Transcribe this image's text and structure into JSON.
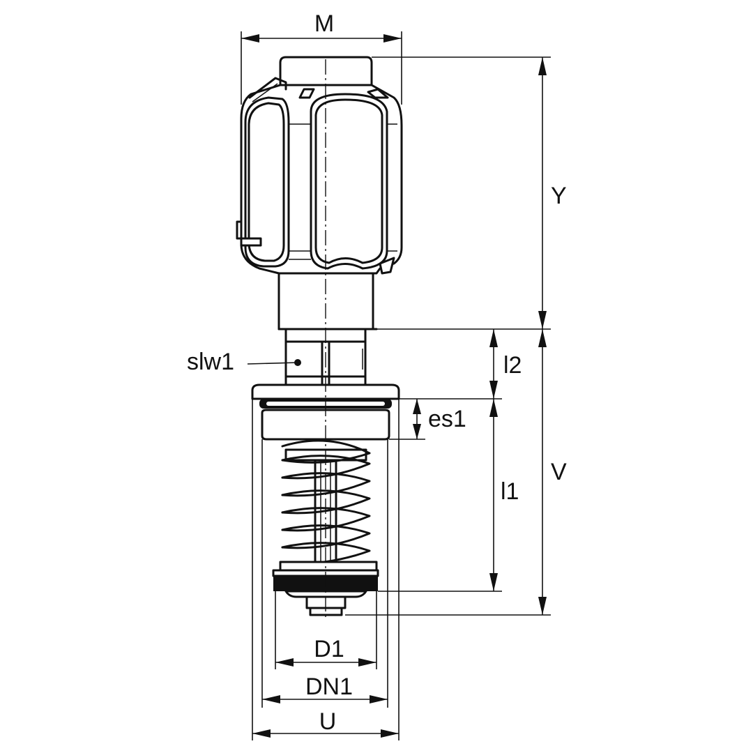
{
  "labels": {
    "M": "M",
    "Y": "Y",
    "slw1": "slw1",
    "l2": "l2",
    "es1": "es1",
    "V": "V",
    "l1": "l1",
    "D1": "D1",
    "DN1": "DN1",
    "U": "U"
  },
  "colors": {
    "line": "#111111",
    "background": "#ffffff"
  }
}
